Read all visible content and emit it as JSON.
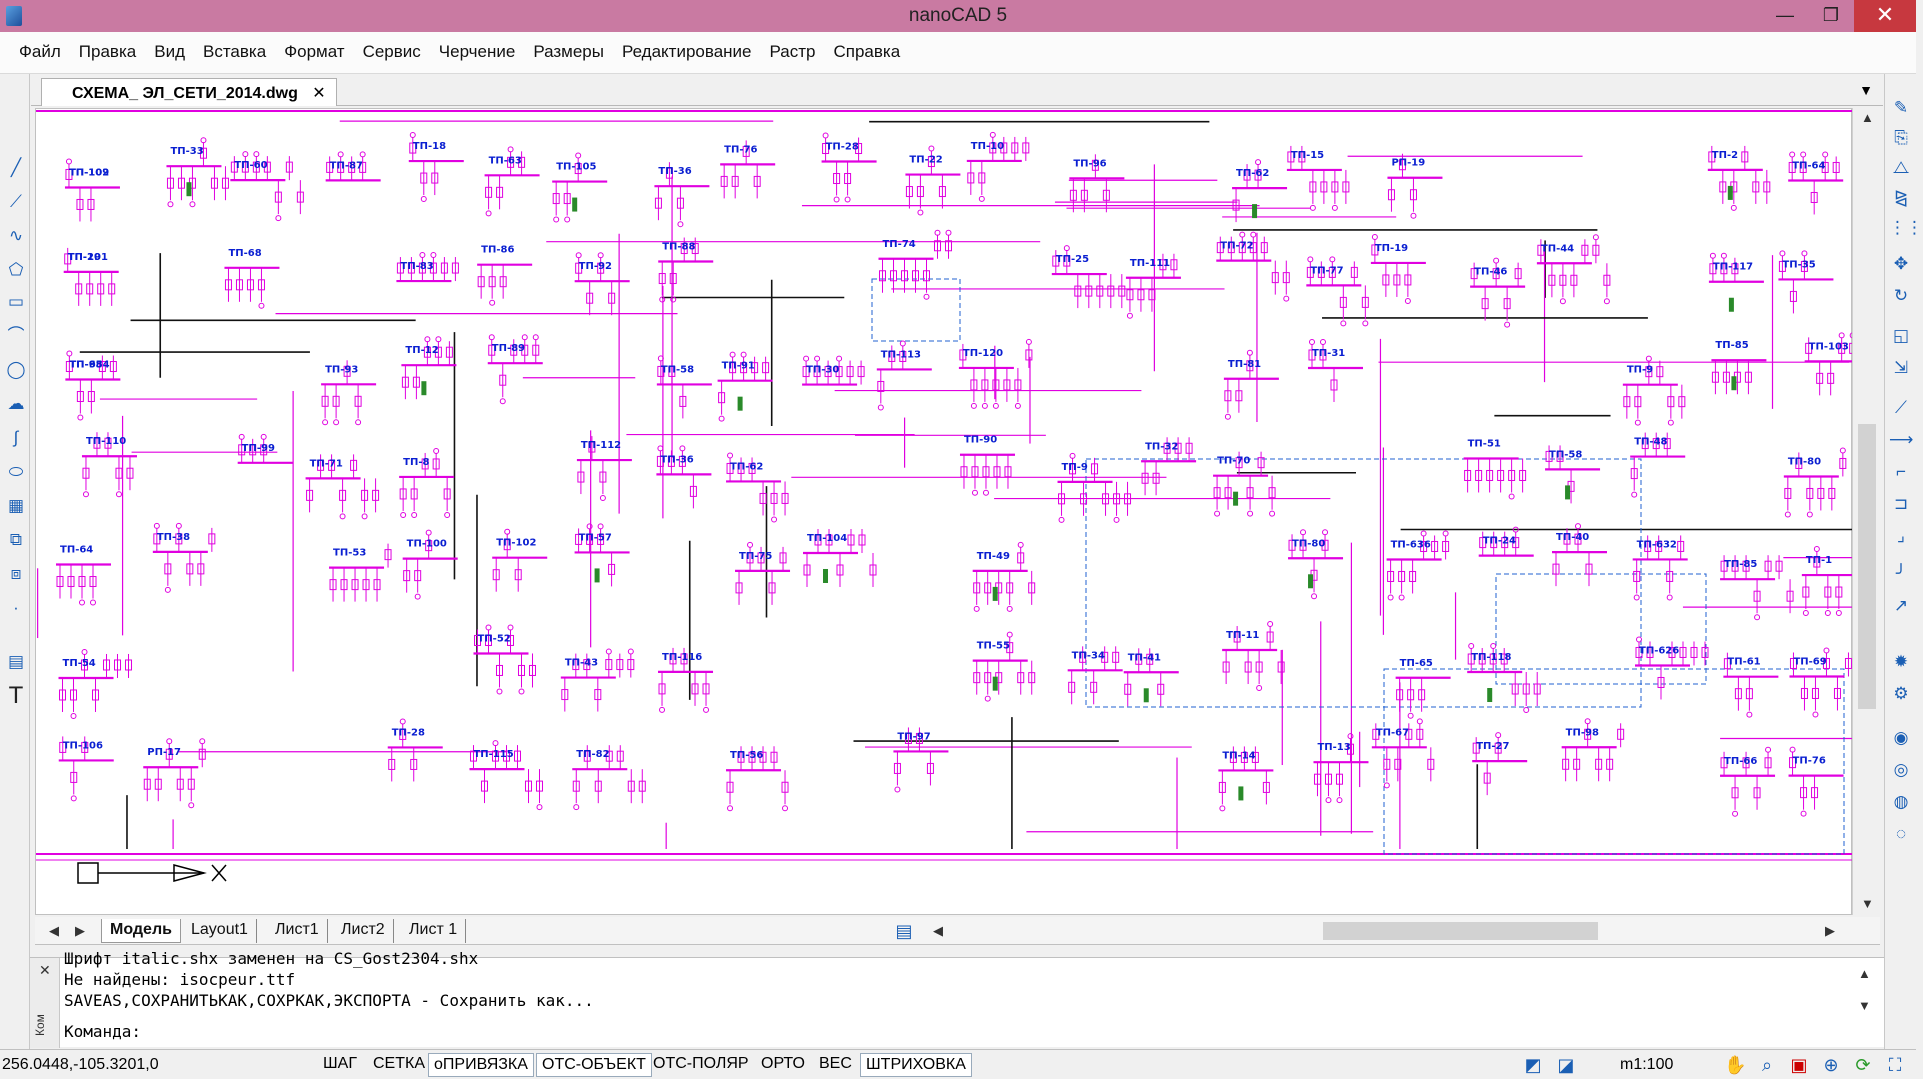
{
  "window": {
    "title": "nanoCAD 5",
    "minimize_glyph": "—",
    "maximize_glyph": "❐",
    "close_glyph": "✕"
  },
  "menu": [
    "Файл",
    "Правка",
    "Вид",
    "Вставка",
    "Формат",
    "Сервис",
    "Черчение",
    "Размеры",
    "Редактирование",
    "Растр",
    "Справка"
  ],
  "document_tab": {
    "name": "СХЕМА_ ЭЛ_СЕТИ_2014.dwg",
    "close_glyph": "✕",
    "dropdown_glyph": "▼"
  },
  "drawing": {
    "labels": [
      "ТП-102",
      "ТП-101",
      "ТП-95",
      "ТП-110",
      "ТП-64",
      "ТП-54",
      "ТП-106",
      "ТП-33",
      "ТП-38",
      "РП-17",
      "ТП-60",
      "ТП-68",
      "ТП-99",
      "ТП-87",
      "ТП-93",
      "ТП-71",
      "ТП-53",
      "ТП-18",
      "ТП-83",
      "ТП-12",
      "ТП-8",
      "ТП-100",
      "ТП-28",
      "ТП-63",
      "ТП-86",
      "ТП-89",
      "ТП-102",
      "ТП-52",
      "ТП-115",
      "ТП-105",
      "ТП-92",
      "ТП-112",
      "ТП-57",
      "ТП-43",
      "ТП-82",
      "ТП-36",
      "ТП-88",
      "ТП-58",
      "ТП-36",
      "ТП-116",
      "ТП-76",
      "ТП-91",
      "ТП-62",
      "ТП-75",
      "ТП-56",
      "ТП-28",
      "ТП-30",
      "ТП-104",
      "ТП-22",
      "ТП-74",
      "ТП-113",
      "ТП-97",
      "ТП-10",
      "ТП-120",
      "ТП-90",
      "ТП-49",
      "ТП-55",
      "ТП-96",
      "ТП-25",
      "ТП-9",
      "ТП-34",
      "ТП-111",
      "ТП-32",
      "ТП-41",
      "ТП-62",
      "ТП-72",
      "ТП-81",
      "ТП-70",
      "ТП-11",
      "ТП-14",
      "ТП-15",
      "ТП-77",
      "ТП-31",
      "ТП-80",
      "ТП-13",
      "РП-19",
      "ТП-19",
      "ТП-636",
      "ТП-65",
      "ТП-67",
      "ТП-46",
      "ТП-51",
      "ТП-24",
      "ТП-118",
      "ТП-27",
      "ТП-44",
      "ТП-58",
      "ТП-40",
      "ТП-98",
      "ТП-9",
      "ТП-48",
      "ТП-632",
      "ТП-626",
      "ТП-2",
      "ТП-117",
      "ТП-85",
      "ТП-85",
      "ТП-61",
      "ТП-66",
      "ТП-64",
      "ТП-35",
      "ТП-103",
      "ТП-80",
      "ТП-1",
      "ТП-69",
      "ТП-76",
      "ТП-109",
      "ТП-29",
      "ТП-684"
    ]
  },
  "layout_tabs": [
    "Модель",
    "Layout1",
    "Лист1",
    "Лист2",
    "Лист 1"
  ],
  "command_history": [
    "Шрифт italic.shx заменен на CS_Gost2304.shx",
    "Не найдены: isocpeur.ttf",
    "SAVEAS,СОХРАНИТЬКАК,СОХРКАК,ЭКСПОРТА - Сохранить как..."
  ],
  "command_prompt": "Команда:",
  "command_gutter": {
    "close_glyph": "✕",
    "label": "Ком"
  },
  "status": {
    "coordinates": "256.0448,-105.3201,0",
    "toggles": [
      {
        "label": "ШАГ",
        "on": false
      },
      {
        "label": "СЕТКА",
        "on": false
      },
      {
        "label": "оПРИВЯЗКА",
        "on": true
      },
      {
        "label": "ОТС-ОБЪЕКТ",
        "on": true
      },
      {
        "label": "ОТС-ПОЛЯР",
        "on": false
      },
      {
        "label": "ОРТО",
        "on": false
      },
      {
        "label": "ВЕС",
        "on": false
      },
      {
        "label": "ШТРИХОВКА",
        "on": true
      }
    ],
    "scale": "m1:100"
  },
  "colors": {
    "title_bar": "#c97aa2",
    "magenta": "#e000e0",
    "label_blue": "#0a1fd1",
    "close_red": "#c7383f"
  }
}
